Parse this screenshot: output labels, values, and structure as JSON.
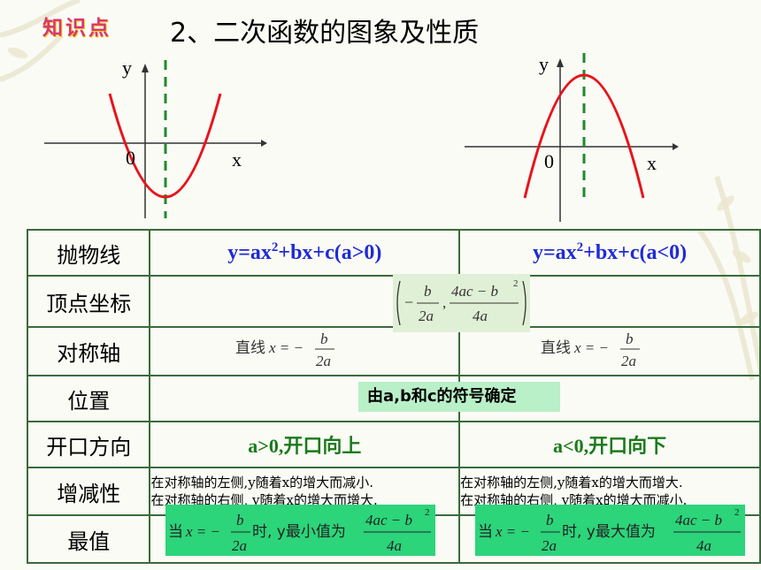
{
  "header": {
    "tag": "知识点",
    "title": "2、二次函数的图象及性质"
  },
  "graphs": {
    "left": {
      "y_label": "y",
      "x_label": "x",
      "origin_label": "0"
    },
    "right": {
      "y_label": "y",
      "x_label": "x",
      "origin_label": "0"
    }
  },
  "table": {
    "rows": {
      "parabola": {
        "label": "抛物线",
        "col_a_pos": "y=ax",
        "col_a_neg": "y=ax",
        "sup": "2",
        "rest_pos": "+bx+c(a>0)",
        "rest_neg": "+bx+c(a<0)"
      },
      "vertex": {
        "label": "顶点坐标",
        "b": "b",
        "two_a": "2a",
        "four_ac": "4ac − b",
        "four_ac_sup": "2",
        "four_a": "4a"
      },
      "axis": {
        "label": "对称轴",
        "prefix": "直线",
        "var": "x = −",
        "num": "b",
        "den": "2a"
      },
      "position": {
        "label": "位置",
        "note": "由a,b和c的符号确定"
      },
      "opening": {
        "label": "开口方向",
        "pos": "a>0,开口向上",
        "neg": "a<0,开口向下"
      },
      "monotonic": {
        "label": "增减性",
        "pos_line1": "在对称轴的左侧,y随着x的增大而减小.",
        "pos_line2": "在对称轴的右侧, y随着x的增大而增大.",
        "neg_line1": "在对称轴的左侧,y随着x的增大而增大.",
        "neg_line2": "在对称轴的右侧, y随着x的增大而减小."
      },
      "extreme": {
        "label": "最值",
        "when": "当",
        "var": "x = −",
        "num": "b",
        "den": "2a",
        "pos_mid": "时, y最小值为",
        "neg_mid": "时, y最大值为",
        "val_num": "4ac − b",
        "val_sup": "2",
        "val_den": "4a"
      }
    }
  },
  "colors": {
    "curve": "#e8141b",
    "axis_dash": "#1e8a2e",
    "border": "#3a6b3a",
    "accent_green": "#2cd47a",
    "blue_text": "#1f2bd6"
  }
}
